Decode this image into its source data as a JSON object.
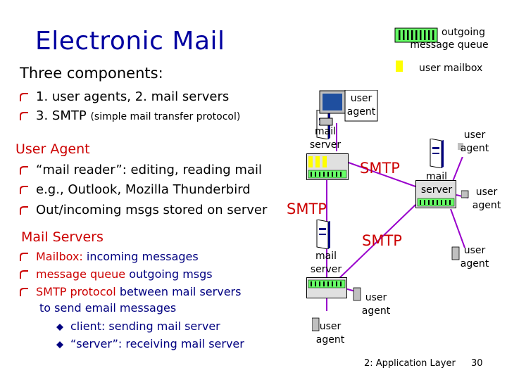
{
  "title": "Electronic Mail",
  "subtitle": "Three components:",
  "components": [
    "1. user agents, 2. mail servers",
    "3. SMTP",
    "(simple mail transfer protocol)"
  ],
  "user_agent": {
    "heading": "User Agent",
    "items": [
      "“mail reader”: editing, reading mail",
      "e.g., Outlook, Mozilla Thunderbird",
      "Out/incoming msgs stored on server"
    ]
  },
  "mail_servers": {
    "heading": "Mail Servers",
    "items": [
      {
        "term": "Mailbox:",
        "rest": " incoming messages"
      },
      {
        "term": "message queue",
        "rest": " outgoing msgs"
      },
      {
        "term": "SMTP protocol",
        "rest": " between mail servers"
      }
    ],
    "continuation": "to send email messages",
    "sub_items": [
      "client: sending mail server",
      "“server”: receiving mail server"
    ]
  },
  "legend": {
    "outgoing_line1": "outgoing",
    "outgoing_line2": "message queue",
    "mailbox": "user mailbox"
  },
  "diagram": {
    "user_agent_line1": "user",
    "user_agent_line2": "agent",
    "mail_server_line1": "mail",
    "mail_server_line2": "server",
    "smtp": "SMTP"
  },
  "footer": {
    "chapter": "2: Application Layer",
    "page": "30"
  },
  "colors": {
    "title": "#0000a0",
    "smtp": "#cc0000",
    "link": "#9900cc",
    "mailbox": "#ffff00",
    "server_box": "#66ff66",
    "bullet": "#cc0000"
  }
}
